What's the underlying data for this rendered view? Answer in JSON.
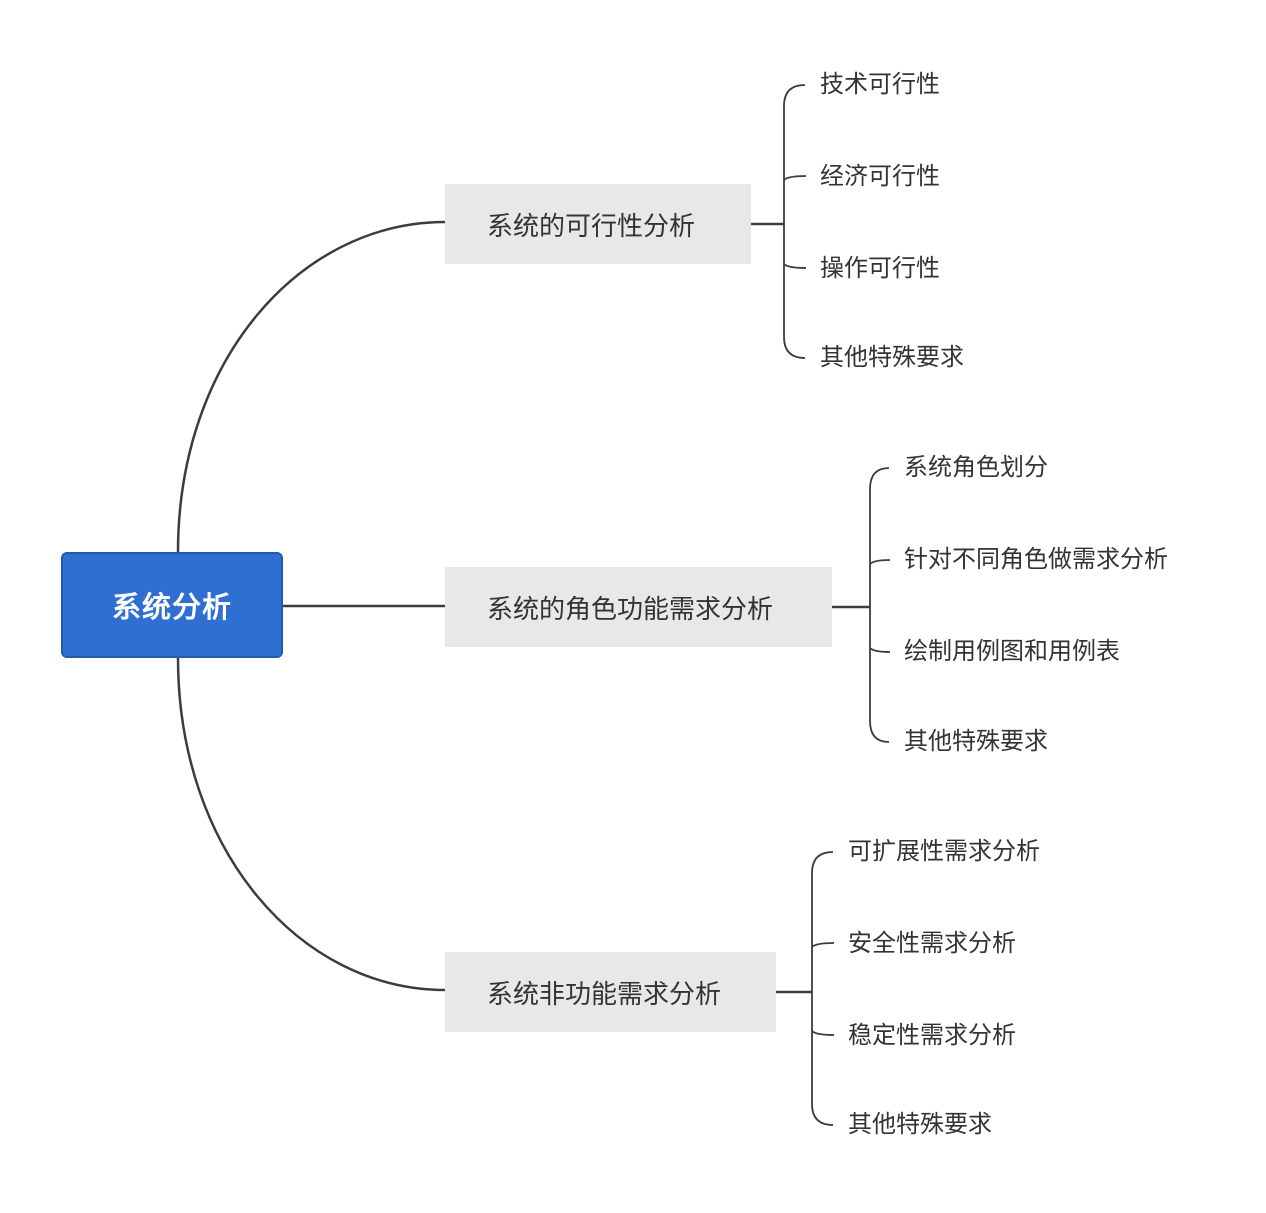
{
  "root": {
    "label": "系统分析"
  },
  "branches": [
    {
      "label": "系统的可行性分析",
      "children": [
        "技术可行性",
        "经济可行性",
        "操作可行性",
        "其他特殊要求"
      ]
    },
    {
      "label": "系统的角色功能需求分析",
      "children": [
        "系统角色划分",
        "针对不同角色做需求分析",
        "绘制用例图和用例表",
        "其他特殊要求"
      ]
    },
    {
      "label": "系统非功能需求分析",
      "children": [
        "可扩展性需求分析",
        "安全性需求分析",
        "稳定性需求分析",
        "其他特殊要求"
      ]
    }
  ],
  "colors": {
    "root_fill": "#2f6fd1",
    "branch_fill": "#e8e8e8",
    "line": "#3c3c3c"
  }
}
